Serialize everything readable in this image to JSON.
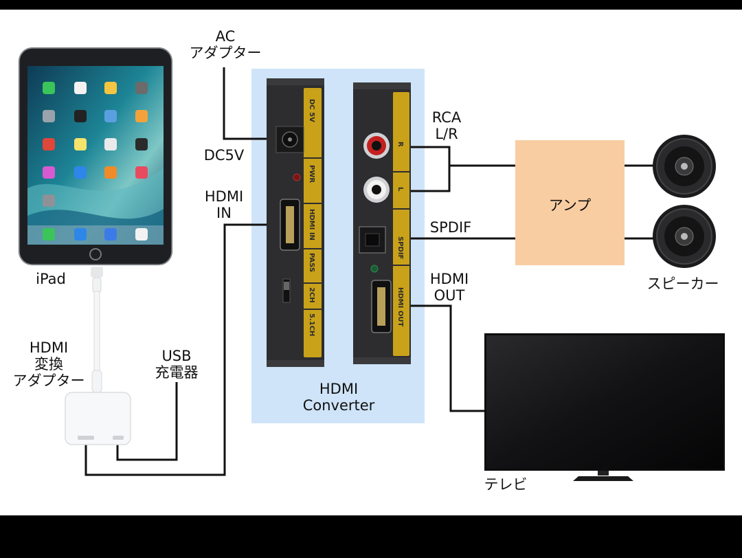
{
  "labels": {
    "ac_adapter": [
      "AC",
      "アダプター"
    ],
    "dc5v": "DC5V",
    "hdmi_in": [
      "HDMI",
      "IN"
    ],
    "ipad": "iPad",
    "hdmi_adapter": [
      "HDMI",
      "変換",
      "アダプター"
    ],
    "usb_charger": [
      "USB",
      "充電器"
    ],
    "converter": [
      "HDMI",
      "Converter"
    ],
    "rca": [
      "RCA",
      "L/R"
    ],
    "spdif": "SPDIF",
    "hdmi_out": [
      "HDMI",
      "OUT"
    ],
    "amp": "アンプ",
    "speaker": "スピーカー",
    "tv": "テレビ"
  },
  "device_text": {
    "left_panel": [
      "DC 5V",
      "PWR",
      "HDMI IN",
      "PASS",
      "2CH",
      "5.1CH"
    ],
    "right_panel": [
      "R",
      "L",
      "SPDIF",
      "HDMI OUT"
    ]
  },
  "colors": {
    "converter_bg": "#cfe4f8",
    "amp_bg": "#f9cda2",
    "device_body": "#2d2d2f",
    "device_label": "#c9a21a",
    "line": "#111111"
  }
}
